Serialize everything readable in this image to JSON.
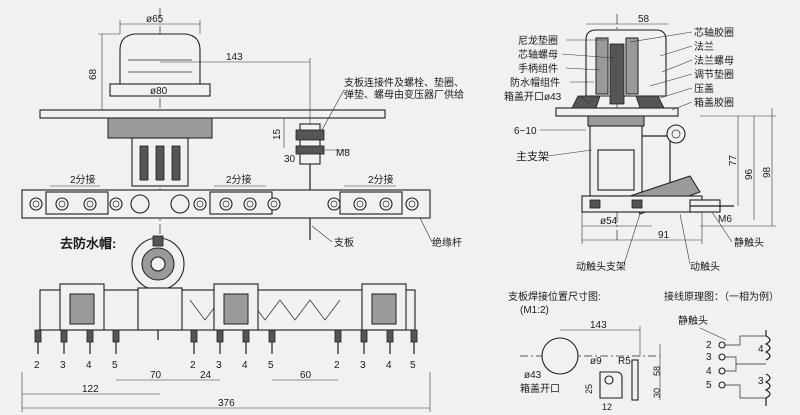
{
  "front_view": {
    "dim_cap_dia": "ø65",
    "dim_height_68": "68",
    "dim_flange_dia": "ø80",
    "dim_143": "143",
    "dim_15": "15",
    "dim_30": "30",
    "dim_m8": "M8",
    "tap_label_left": "2分接",
    "tap_label_mid": "2分接",
    "tap_label_right": "2分接",
    "note_bracket": "支板连接件及螺栓、垫圈、",
    "note_bracket_2": "弹垫、螺母由变压器厂供给",
    "label_support_plate": "支板",
    "label_insulating_rod": "绝缘杆",
    "label_remove_cap": "去防水帽:",
    "terminal_numbers": [
      "2",
      "3",
      "4",
      "5",
      "2",
      "3",
      "4",
      "5",
      "2",
      "3",
      "4",
      "5"
    ],
    "dim_70": "70",
    "dim_24": "24",
    "dim_60": "60",
    "dim_122": "122",
    "dim_376": "376"
  },
  "side_view": {
    "dim_58": "58",
    "labels_left": [
      "尼龙垫圈",
      "芯轴螺母",
      "手柄组件",
      "防水帽组件",
      "箱盖开口ø43"
    ],
    "labels_right": [
      "芯轴胶圈",
      "法兰",
      "法兰螺母",
      "调节垫圈",
      "压盖",
      "箱盖胶圈"
    ],
    "dim_6_10": "6~10",
    "label_main_bracket": "主支架",
    "dim_77": "77",
    "dim_96": "96",
    "dim_98": "98",
    "dim_m6": "M6",
    "dim_54": "ø54",
    "dim_91": "91",
    "label_static_contact": "静触头",
    "label_moving_bracket": "动触头支架",
    "label_moving_contact": "动触头"
  },
  "weld_detail": {
    "title": "支板焊接位置尺寸图:",
    "scale": "(M1:2)",
    "dim_143": "143",
    "dim_43": "ø43",
    "label_opening": "箱盖开口",
    "dim_9": "ø9",
    "dim_r5": "R5",
    "dim_25": "25",
    "dim_12": "12",
    "dim_58": "58",
    "dim_30": "30"
  },
  "wiring": {
    "title": "接线原理图：（一相为例）",
    "label_static": "静触头",
    "numbers": [
      "2",
      "3",
      "4",
      "5",
      "4",
      "3"
    ]
  }
}
